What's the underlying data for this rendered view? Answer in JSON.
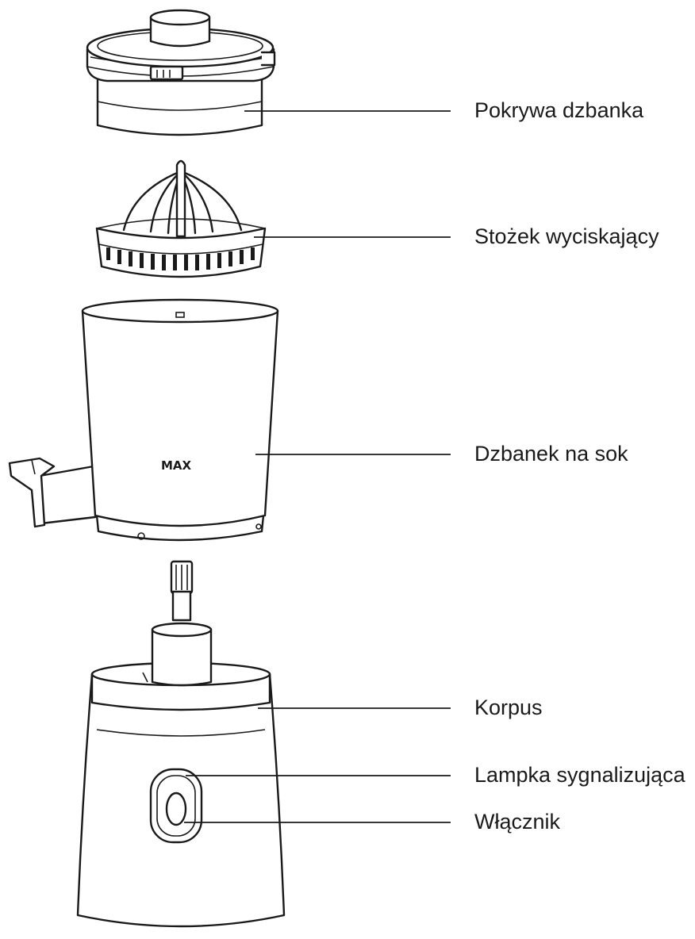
{
  "parts": [
    {
      "id": "lid",
      "label": "Pokrywa dzbanka"
    },
    {
      "id": "cone",
      "label": "Stożek wyciskający"
    },
    {
      "id": "jug",
      "label": "Dzbanek na sok",
      "marking": "MAX"
    },
    {
      "id": "body",
      "label": "Korpus"
    },
    {
      "id": "indicator",
      "label": "Lampka sygnalizująca"
    },
    {
      "id": "switch",
      "label": "Włącznik"
    }
  ]
}
